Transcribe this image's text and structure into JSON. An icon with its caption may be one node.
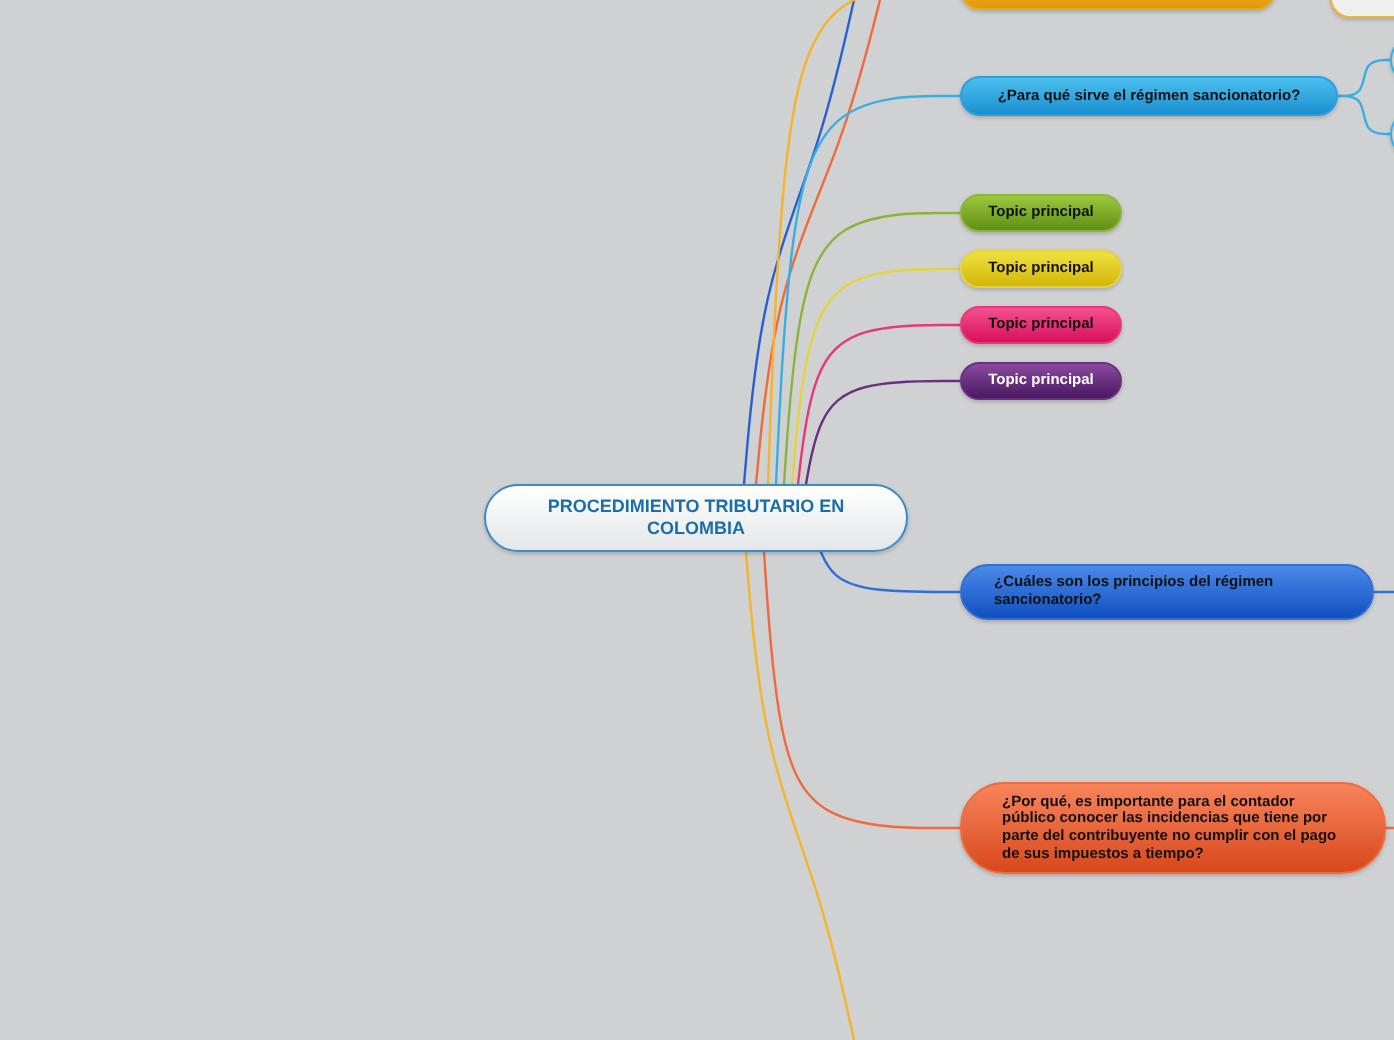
{
  "diagram": {
    "nodes": [
      {
        "text": [
          "PROCEDIMIENTO TRIBUTARIO EN COLOMBIA"
        ]
      },
      {
        "text": [],
        "shape": "box"
      },
      {
        "text": [],
        "shape": "box"
      },
      {
        "text": [
          "¿Para qué sirve el régimen sancionatorio?"
        ]
      },
      {
        "text": [],
        "shape": "box"
      },
      {
        "text": [],
        "shape": "box"
      },
      {
        "text": [
          "Topic principal"
        ]
      },
      {
        "text": [
          "Topic principal"
        ]
      },
      {
        "text": [
          "Topic principal"
        ]
      },
      {
        "text": [
          "Topic principal"
        ]
      },
      {
        "text": [
          "¿Cuáles son los principios del régimen sancionatorio?"
        ]
      },
      {
        "text": [
          "¿Por qué, es importante para el contador público conocer las incidencias que tiene por parte del contribuyente no cumplir con el pago de sus impuestos a tiempo?"
        ]
      }
    ],
    "edges": [
      {
        "from": 0,
        "to": null,
        "arrow": "none",
        "color": "#2a5fd0"
      },
      {
        "from": 0,
        "to": null,
        "arrow": "none",
        "color": "#f06a3c"
      },
      {
        "from": 0,
        "to": 1,
        "arrow": "none",
        "color": "#f5b429"
      },
      {
        "from": 0,
        "to": 3,
        "arrow": "none",
        "color": "#3aaee0"
      },
      {
        "from": 0,
        "to": 6,
        "arrow": "none",
        "color": "#8cb43a"
      },
      {
        "from": 0,
        "to": 7,
        "arrow": "none",
        "color": "#e6d23a"
      },
      {
        "from": 0,
        "to": 8,
        "arrow": "none",
        "color": "#e83878"
      },
      {
        "from": 0,
        "to": 9,
        "arrow": "none",
        "color": "#6a2f80"
      },
      {
        "from": 0,
        "to": 10,
        "arrow": "none",
        "color": "#2f6fd6"
      },
      {
        "from": 0,
        "to": 11,
        "arrow": "none",
        "color": "#f06a3c"
      },
      {
        "from": 0,
        "to": null,
        "arrow": "none",
        "color": "#f5b429"
      },
      {
        "from": 3,
        "to": 4,
        "arrow": "none",
        "color": "#3aaee0"
      },
      {
        "from": 3,
        "to": 5,
        "arrow": "none",
        "color": "#3aaee0"
      },
      {
        "from": 10,
        "to": null,
        "arrow": "none",
        "color": "#2f6fd6"
      },
      {
        "from": 11,
        "to": null,
        "arrow": "none",
        "color": "#f06a3c"
      }
    ]
  }
}
